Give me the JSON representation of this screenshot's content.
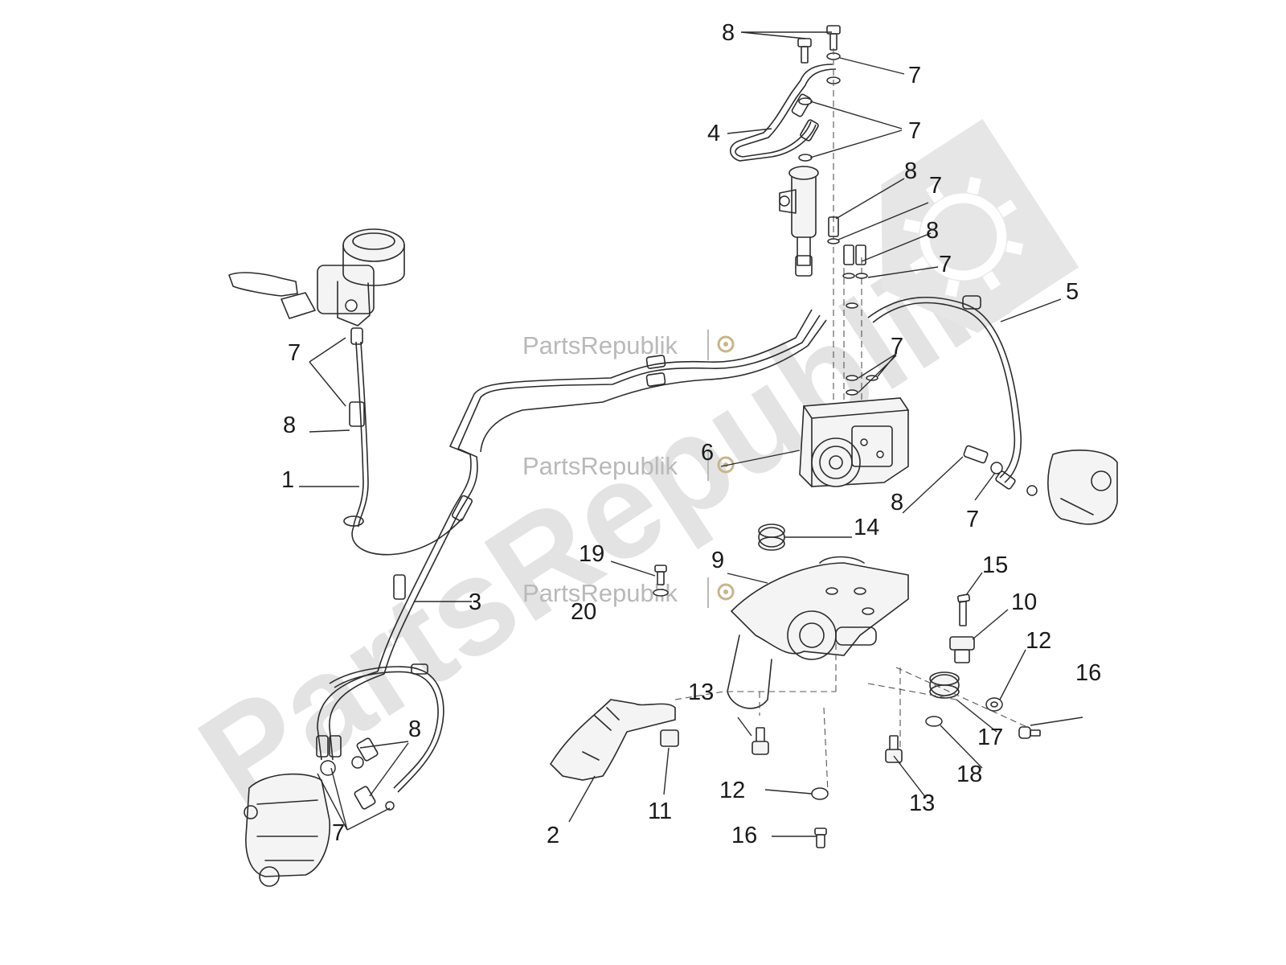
{
  "watermark": {
    "small_text": "PartsRepublik",
    "large_text": "PartsRepublik",
    "icon": "gear-icon"
  },
  "callouts": [
    {
      "id": "c8a",
      "label": "8"
    },
    {
      "id": "c7a",
      "label": "7"
    },
    {
      "id": "c4",
      "label": "4"
    },
    {
      "id": "c7b",
      "label": "7"
    },
    {
      "id": "c8b",
      "label": "8"
    },
    {
      "id": "c7c",
      "label": "7"
    },
    {
      "id": "c8c",
      "label": "8"
    },
    {
      "id": "c7d",
      "label": "7"
    },
    {
      "id": "c5",
      "label": "5"
    },
    {
      "id": "c7e",
      "label": "7"
    },
    {
      "id": "c7f",
      "label": "7"
    },
    {
      "id": "c8d",
      "label": "8"
    },
    {
      "id": "c1",
      "label": "1"
    },
    {
      "id": "c6",
      "label": "6"
    },
    {
      "id": "c8e",
      "label": "8"
    },
    {
      "id": "c7g",
      "label": "7"
    },
    {
      "id": "c14",
      "label": "14"
    },
    {
      "id": "c19",
      "label": "19"
    },
    {
      "id": "c9",
      "label": "9"
    },
    {
      "id": "c15",
      "label": "15"
    },
    {
      "id": "c10",
      "label": "10"
    },
    {
      "id": "c3",
      "label": "3"
    },
    {
      "id": "c20",
      "label": "20"
    },
    {
      "id": "c12a",
      "label": "12"
    },
    {
      "id": "c16a",
      "label": "16"
    },
    {
      "id": "c13a",
      "label": "13"
    },
    {
      "id": "c17",
      "label": "17"
    },
    {
      "id": "c8f",
      "label": "8"
    },
    {
      "id": "c18",
      "label": "18"
    },
    {
      "id": "c12b",
      "label": "12"
    },
    {
      "id": "c13b",
      "label": "13"
    },
    {
      "id": "c11",
      "label": "11"
    },
    {
      "id": "c2",
      "label": "2"
    },
    {
      "id": "c7h",
      "label": "7"
    },
    {
      "id": "c16b",
      "label": "16"
    }
  ]
}
